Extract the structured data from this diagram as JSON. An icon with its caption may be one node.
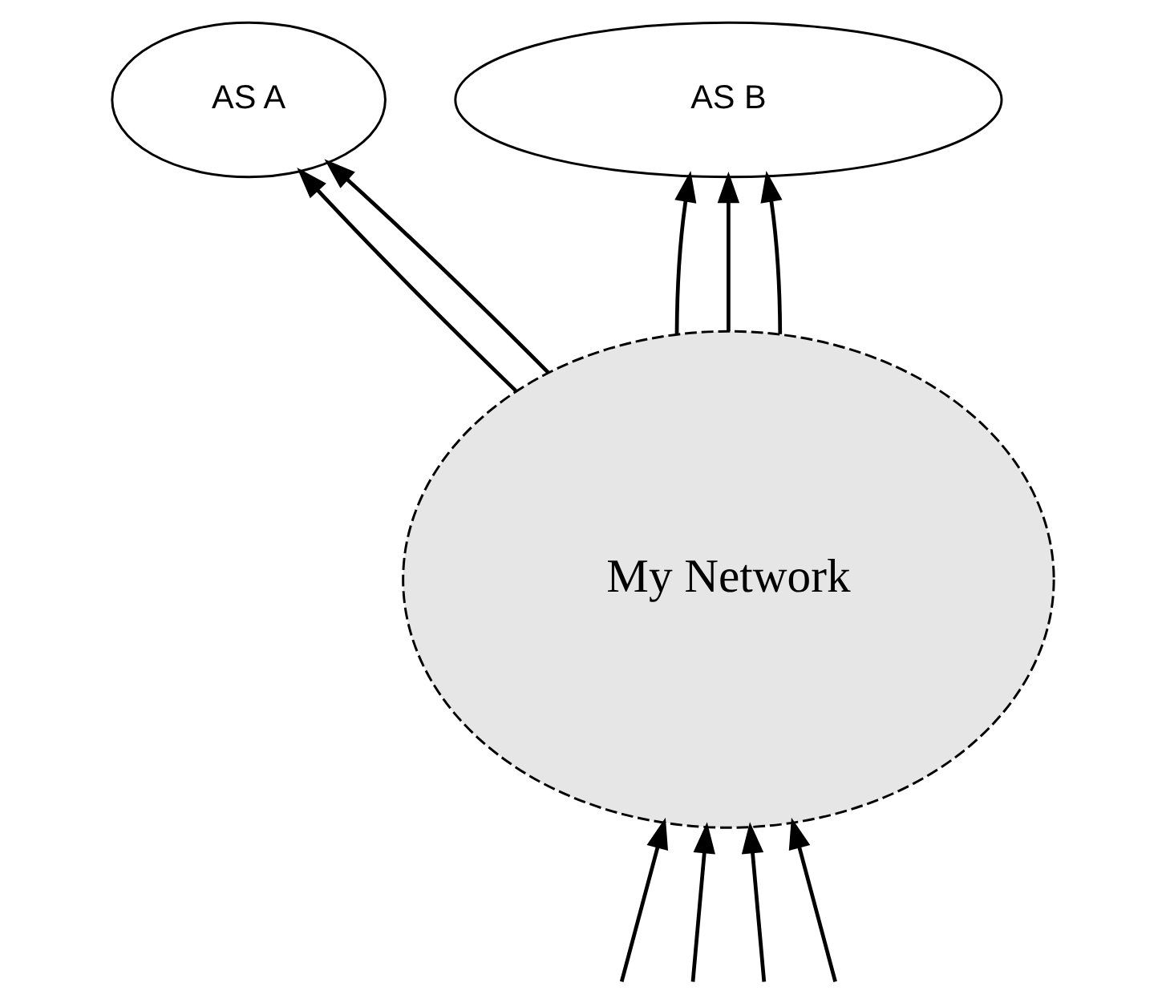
{
  "diagram": {
    "nodes": [
      {
        "text": [
          "AS A"
        ]
      },
      {
        "text": [
          "AS B"
        ]
      },
      {
        "text": [
          "My Network"
        ]
      }
    ],
    "edges": [
      {
        "from": 2,
        "to": 0,
        "arrow": "to"
      },
      {
        "from": 2,
        "to": 0,
        "arrow": "to"
      },
      {
        "from": 2,
        "to": 1,
        "arrow": "to"
      },
      {
        "from": 2,
        "to": 1,
        "arrow": "to"
      },
      {
        "from": 2,
        "to": 1,
        "arrow": "to"
      },
      {
        "from": null,
        "to": 2,
        "arrow": "to"
      },
      {
        "from": null,
        "to": 2,
        "arrow": "to"
      },
      {
        "from": null,
        "to": 2,
        "arrow": "to"
      },
      {
        "from": null,
        "to": 2,
        "arrow": "to"
      }
    ]
  }
}
